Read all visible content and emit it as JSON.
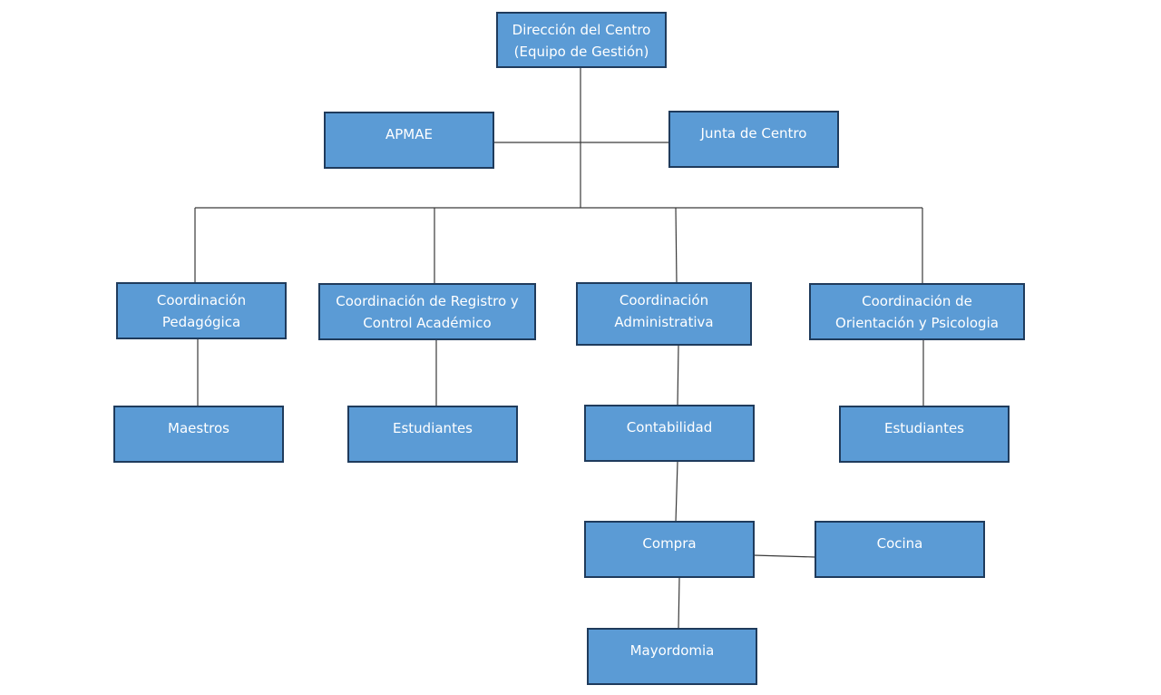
{
  "nodes": {
    "direccion": "Dirección del Centro\n(Equipo de Gestión)",
    "apmae": "APMAE",
    "junta": "Junta de Centro",
    "coord_pedagogica": "Coordinación\nPedagógica",
    "coord_registro": "Coordinación de Registro y\nControl Académico",
    "coord_administrativa": "Coordinación\nAdministrativa",
    "coord_orientacion": "Coordinación de\nOrientación y Psicologia",
    "maestros": "Maestros",
    "estudiantes_registro": "Estudiantes",
    "contabilidad": "Contabilidad",
    "estudiantes_orientacion": "Estudiantes",
    "compra": "Compra",
    "cocina": "Cocina",
    "mayordomia": "Mayordomia"
  },
  "colors": {
    "box_fill": "#5b9bd5",
    "box_border": "#1f3b5c",
    "text": "#ffffff",
    "connector": "#3a3a3a"
  }
}
